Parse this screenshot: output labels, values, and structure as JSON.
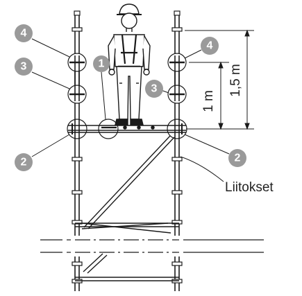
{
  "badges": {
    "left_4": "4",
    "left_3": "3",
    "center_1": "1",
    "left_2": "2",
    "right_4": "4",
    "right_3": "3",
    "right_2": "2"
  },
  "labels": {
    "joints": "Liitokset",
    "dim_1m": "1 m",
    "dim_1_5m": "1,5 m"
  },
  "colors": {
    "badge_fill": "#9a9a9a",
    "line": "#1a1a1a"
  }
}
